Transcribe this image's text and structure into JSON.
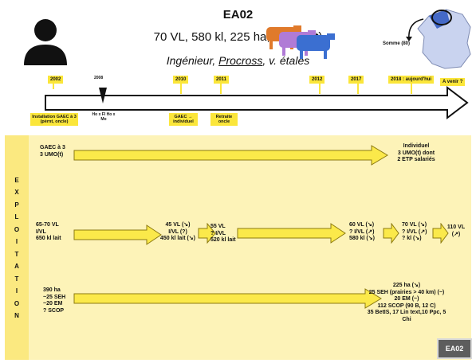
{
  "header": {
    "title": "EA02",
    "subtitle": "70 VL, 580 kl, 225 ha, 3 UMO(t)",
    "profile_a": "Ingénieur, ",
    "profile_b": "Procross",
    "profile_c": ", v. étalés",
    "map_label": "Somme (80)"
  },
  "timeline": {
    "years": [
      "2002",
      "2008",
      "2010",
      "2011",
      "2012",
      "2017",
      "2018 : aujourd'hui",
      "A venir ?"
    ],
    "events": {
      "e2002": "Installation GAEC à 3 (pèrnt, oncle)",
      "e2008": "Ho x FI Ho x Mo",
      "e2010": "GAEC → individuel",
      "e2011": "Retraite oncle"
    }
  },
  "side_label": [
    "E",
    "X",
    "P",
    "L",
    "O",
    "I",
    "T",
    "A",
    "T",
    "I",
    "O",
    "N"
  ],
  "rows": {
    "r1": {
      "start": "GAEC à 3\n3 UMO(t)",
      "end": "Individuel\n3 UMO(t) dont\n2 ETP salariés"
    },
    "r2": {
      "start": "65-70 VL\nI/VL\n650 kl lait",
      "s2": "45 VL (↘)\nI/VL (?)\n450 kl lait (↘)",
      "s3": "55 VL\n? I/VL\n520 kl lait",
      "s4": "60 VL (↘)\n? I/VL (↗)\n580 kl (↘)",
      "s5": "70 VL (↘)\n? I/VL (↗)\n? kl (↘)",
      "s6": "110 VL\n(↗)"
    },
    "r3": {
      "start": "390 ha\n~25 SEH\n~20 EM\n? SCOP",
      "end1": "225 ha (↘)",
      "end2": "25 SEH (prairies > 40 km) (~)",
      "end3": "20 EM (~)",
      "end4": "112 SCOP (90 B, 12 C)",
      "end5": "35 BetIS, 17 Lin text,10 Ppc, 5 Chi"
    }
  },
  "badge": "EA02"
}
